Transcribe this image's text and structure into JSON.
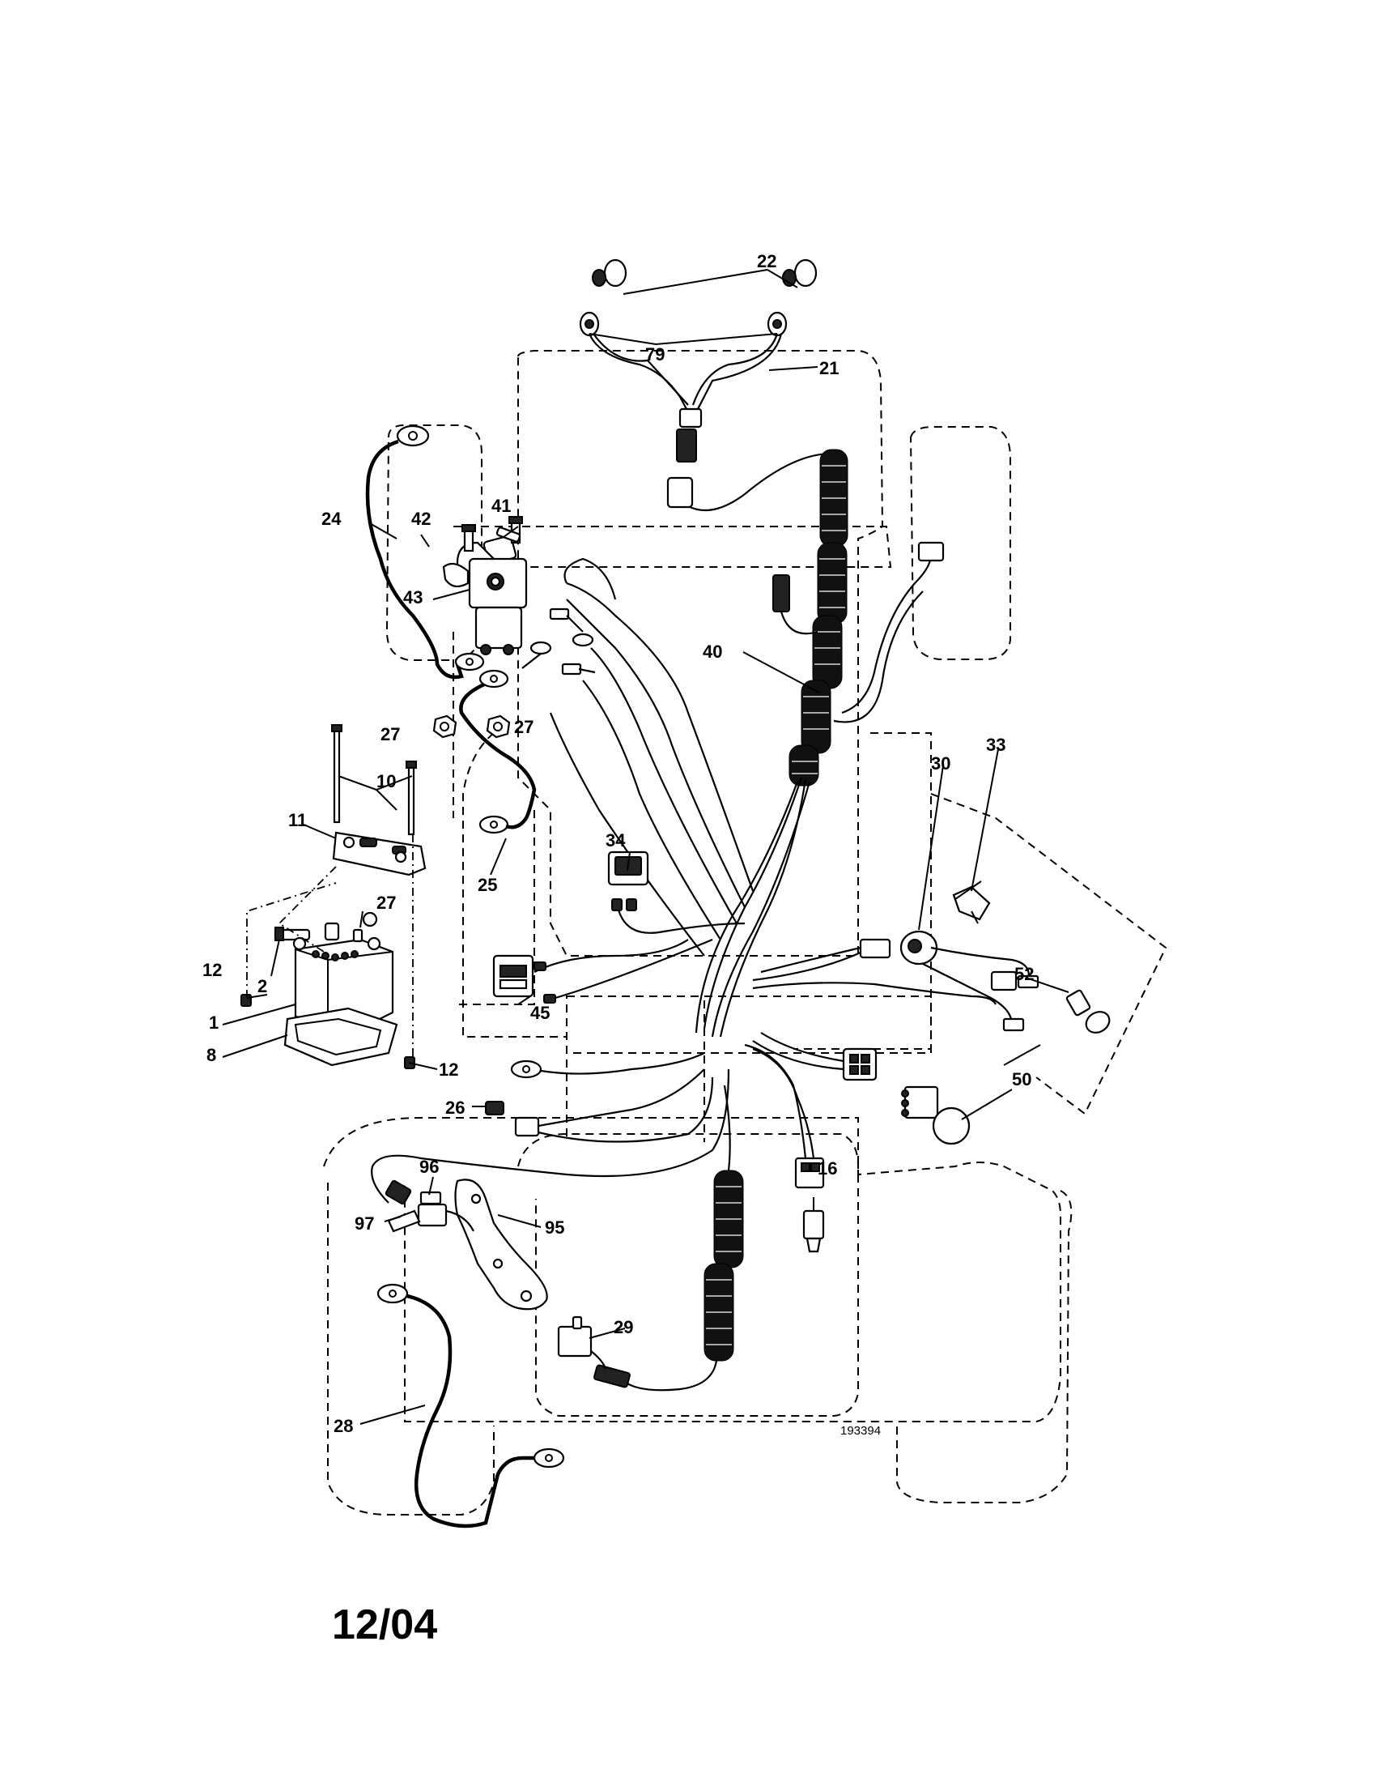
{
  "callouts": [
    {
      "id": "c22",
      "label": "22"
    },
    {
      "id": "c79",
      "label": "79"
    },
    {
      "id": "c21",
      "label": "21"
    },
    {
      "id": "c24",
      "label": "24"
    },
    {
      "id": "c42",
      "label": "42"
    },
    {
      "id": "c41",
      "label": "41"
    },
    {
      "id": "c43",
      "label": "43"
    },
    {
      "id": "c40",
      "label": "40"
    },
    {
      "id": "c27a",
      "label": "27"
    },
    {
      "id": "c27b",
      "label": "27"
    },
    {
      "id": "c10",
      "label": "10"
    },
    {
      "id": "c11",
      "label": "11"
    },
    {
      "id": "c25",
      "label": "25"
    },
    {
      "id": "c33",
      "label": "33"
    },
    {
      "id": "c30",
      "label": "30"
    },
    {
      "id": "c34",
      "label": "34"
    },
    {
      "id": "c27c",
      "label": "27"
    },
    {
      "id": "c12a",
      "label": "12"
    },
    {
      "id": "c2",
      "label": "2"
    },
    {
      "id": "c1",
      "label": "1"
    },
    {
      "id": "c8",
      "label": "8"
    },
    {
      "id": "c12b",
      "label": "12"
    },
    {
      "id": "c45",
      "label": "45"
    },
    {
      "id": "c52",
      "label": "52"
    },
    {
      "id": "c26",
      "label": "26"
    },
    {
      "id": "c50",
      "label": "50"
    },
    {
      "id": "c96",
      "label": "96"
    },
    {
      "id": "c16",
      "label": "16"
    },
    {
      "id": "c97",
      "label": "97"
    },
    {
      "id": "c95",
      "label": "95"
    },
    {
      "id": "c29",
      "label": "29"
    },
    {
      "id": "c28",
      "label": "28"
    }
  ],
  "drawing_number": "193394",
  "date_code": "12/04"
}
